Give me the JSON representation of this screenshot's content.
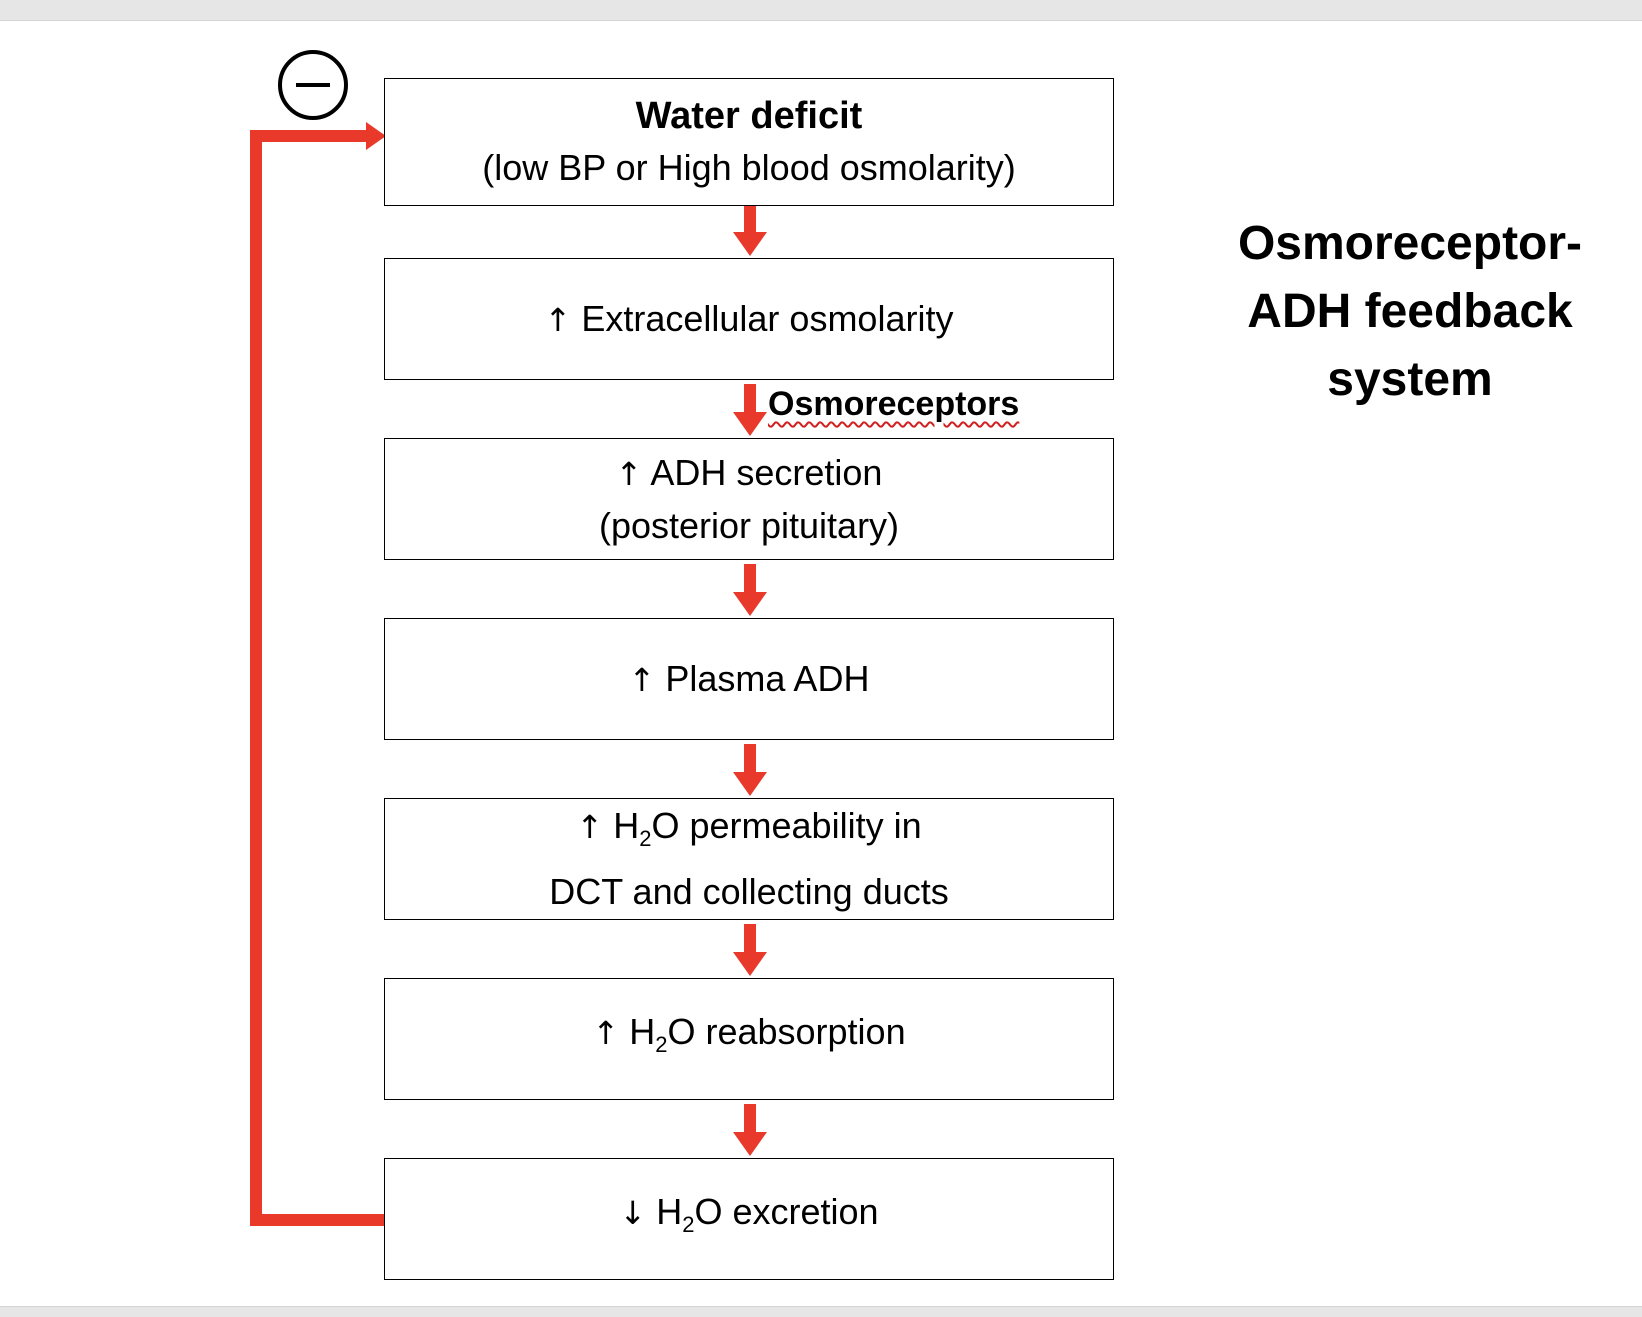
{
  "title": "Osmoreceptor-ADH feedback system",
  "title_lines": [
    "Osmoreceptor-",
    "ADH feedback",
    "system"
  ],
  "arrow_color": "#e8392b",
  "feedback_sign": "minus",
  "boxes": [
    {
      "line1": "Water deficit",
      "line2": "(low BP or High blood osmolarity)"
    },
    {
      "arrow": "↑",
      "text": "Extracellular osmolarity"
    },
    {
      "arrow": "↑",
      "line1": "ADH secretion",
      "line2": "(posterior pituitary)"
    },
    {
      "arrow": "↑",
      "text": "Plasma ADH"
    },
    {
      "arrow": "↑",
      "line1_pre": "H",
      "line1_sub": "2",
      "line1_post": "O permeability in",
      "line2": "DCT and collecting ducts"
    },
    {
      "arrow": "↑",
      "pre": "H",
      "sub": "2",
      "post": "O reabsorption"
    },
    {
      "arrow": "↓",
      "pre": "H",
      "sub": "2",
      "post": "O excretion"
    }
  ],
  "connector_label": "Osmoreceptors"
}
